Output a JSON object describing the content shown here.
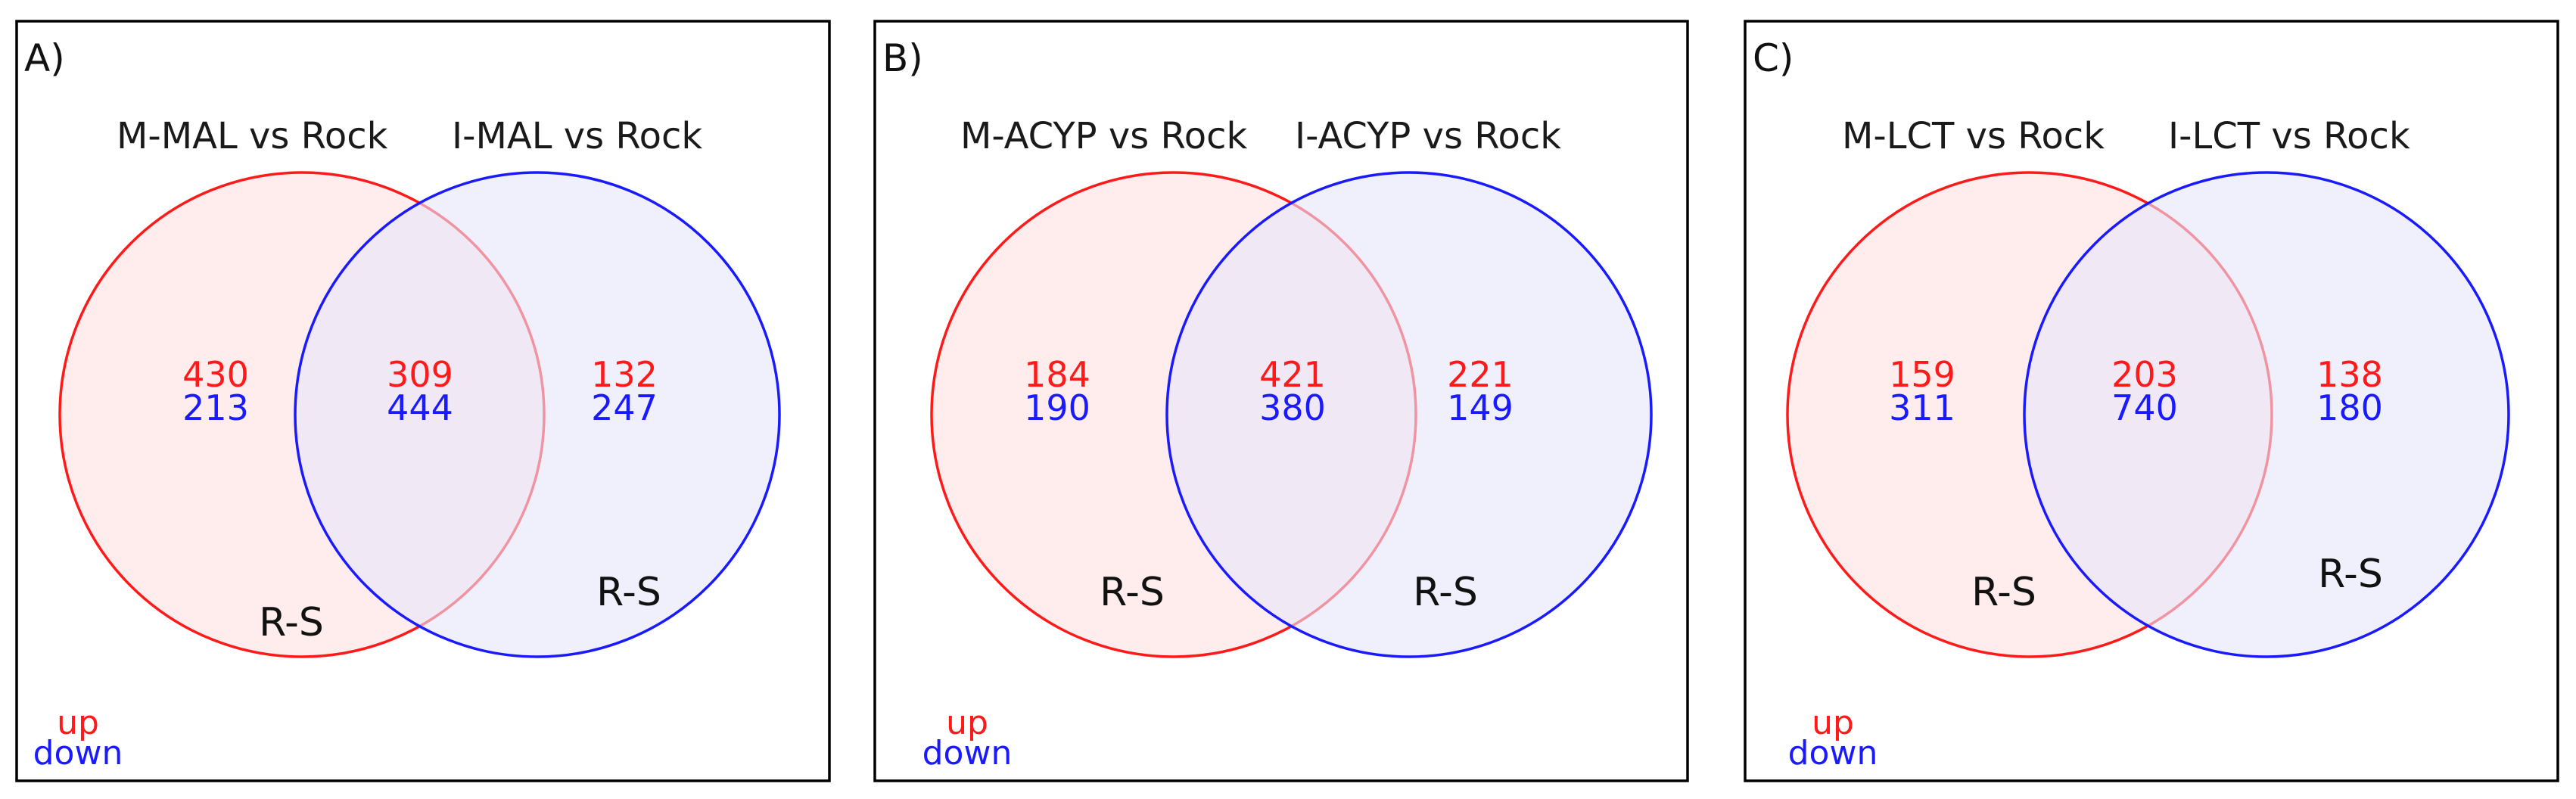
{
  "colors": {
    "up": "#ff1a1a",
    "down": "#1a1aff",
    "left_fill": "#ffeaea",
    "right_fill": "#e6e6fc"
  },
  "legend": {
    "up": "up",
    "down": "down"
  },
  "panels": [
    {
      "letter": "A)",
      "left_title": "M-MAL vs Rock",
      "right_title": "I-MAL vs Rock",
      "left_only": {
        "up": "430",
        "down": "213"
      },
      "overlap": {
        "up": "309",
        "down": "444"
      },
      "right_only": {
        "up": "132",
        "down": "247"
      },
      "left_label": "R-S",
      "right_label": "R-S"
    },
    {
      "letter": "B)",
      "left_title": "M-ACYP vs Rock",
      "right_title": "I-ACYP vs Rock",
      "left_only": {
        "up": "184",
        "down": "190"
      },
      "overlap": {
        "up": "421",
        "down": "380"
      },
      "right_only": {
        "up": "221",
        "down": "149"
      },
      "left_label": "R-S",
      "right_label": "R-S"
    },
    {
      "letter": "C)",
      "left_title": "M-LCT vs Rock",
      "right_title": "I-LCT  vs Rock",
      "left_only": {
        "up": "159",
        "down": "311"
      },
      "overlap": {
        "up": "203",
        "down": "740"
      },
      "right_only": {
        "up": "138",
        "down": "180"
      },
      "left_label": "R-S",
      "right_label": "R-S"
    }
  ]
}
